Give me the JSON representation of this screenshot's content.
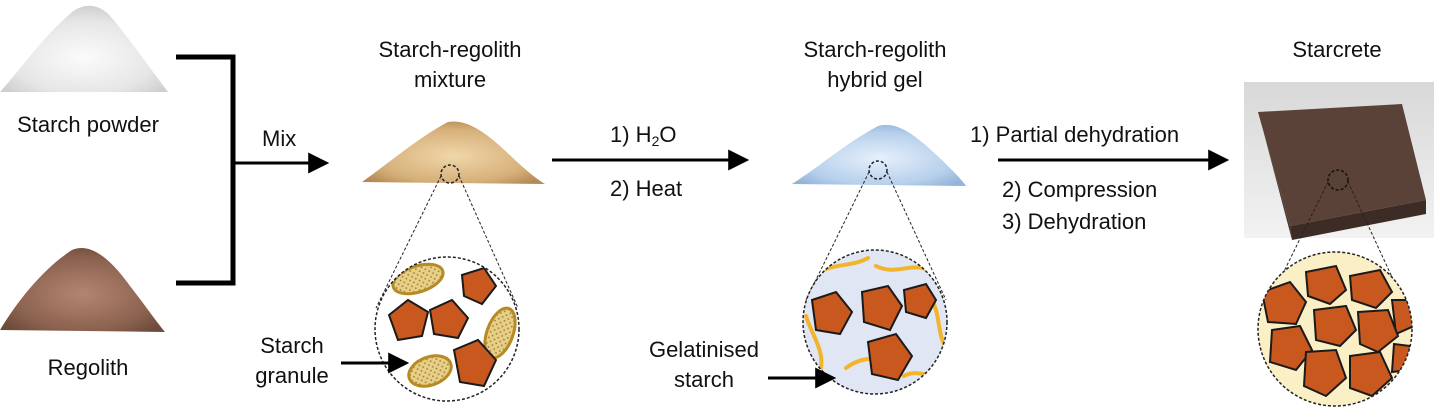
{
  "diagram": {
    "inputs": {
      "starch_powder": "Starch powder",
      "regolith": "Regolith"
    },
    "step1": {
      "label": "Mix"
    },
    "stage_mixture": {
      "title_line1": "Starch-regolith",
      "title_line2": "mixture"
    },
    "step2": {
      "line1_prefix": "1) H",
      "line1_sub": "2",
      "line1_suffix": "O",
      "line2": "2) Heat"
    },
    "stage_gel": {
      "title_line1": "Starch-regolith",
      "title_line2": "hybrid gel"
    },
    "step3": {
      "line1": "1) Partial dehydration",
      "line2": "2) Compression",
      "line3": "3) Dehydration"
    },
    "stage_final": {
      "title": "Starcrete"
    },
    "callouts": {
      "granule_line1": "Starch",
      "granule_line2": "granule",
      "gelatinised_line1": "Gelatinised",
      "gelatinised_line2": "starch"
    },
    "colors": {
      "regolith_particle": "#c8581e",
      "starch_granule": "#e7cf86",
      "gel_fiber": "#f2b42a",
      "gel_background": "#e0e6f3",
      "starcrete_background": "#fbefc6",
      "starcrete_block": "#5a4238"
    }
  }
}
